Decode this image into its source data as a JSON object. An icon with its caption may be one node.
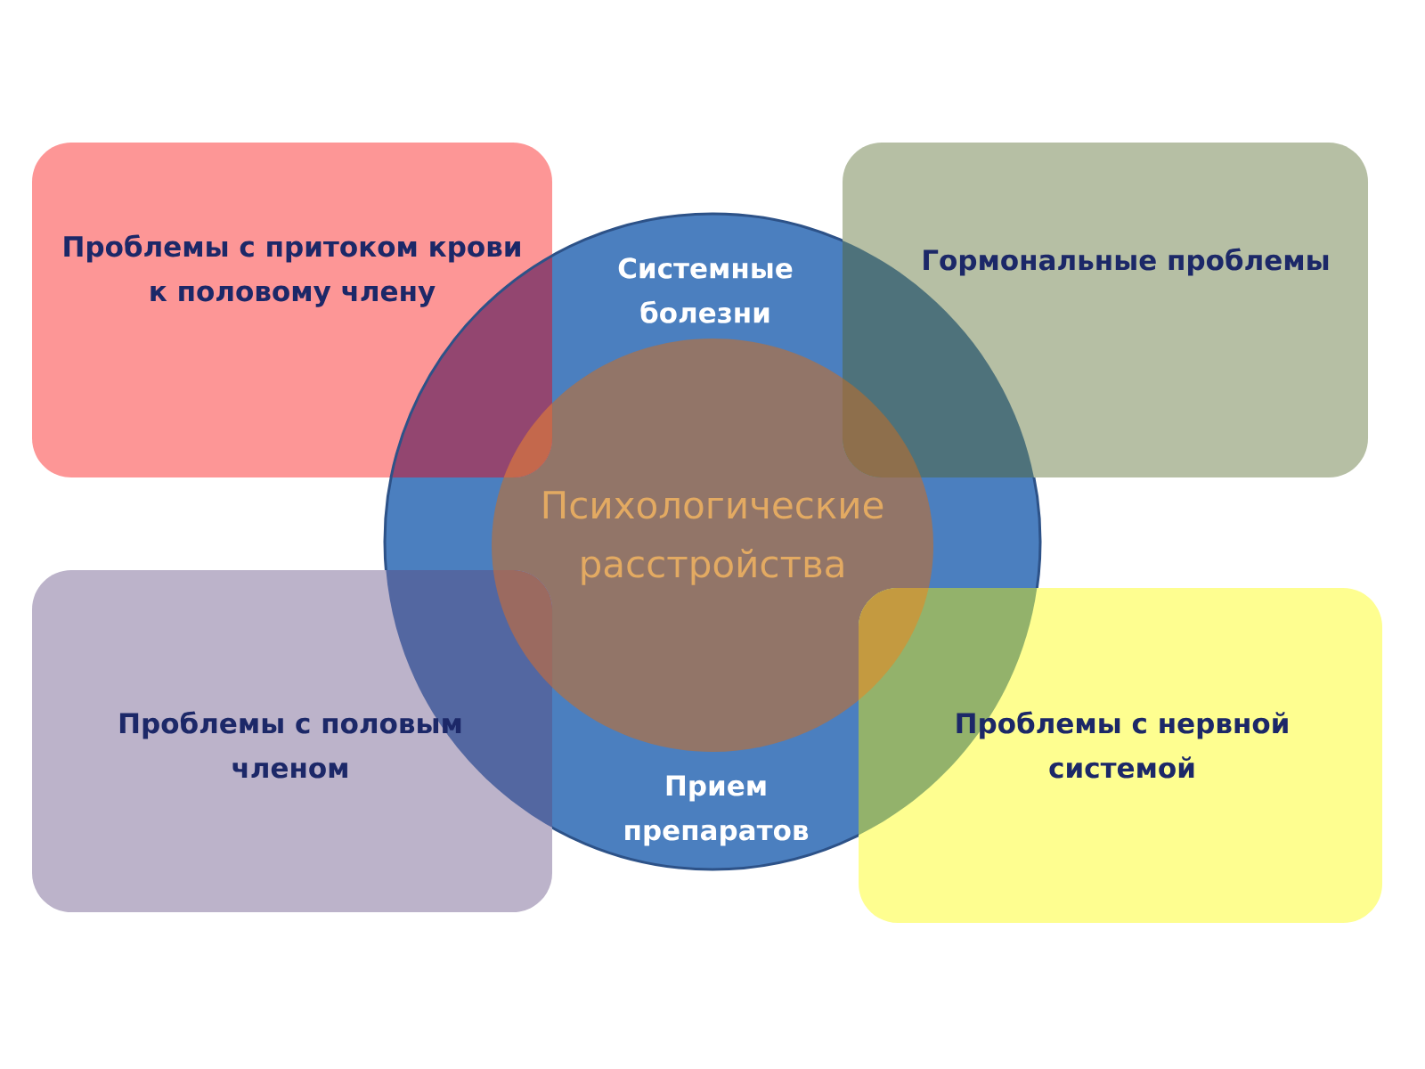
{
  "diagram": {
    "nodes": [
      {
        "text": [
          "Проблемы с притоком крови к половому члену"
        ]
      },
      {
        "text": [
          "Гормональные проблемы"
        ]
      },
      {
        "text": [
          "Системные болезни",
          "Прием препаратов"
        ]
      },
      {
        "text": [
          "Психологические расстройства"
        ],
        "in": 2
      },
      {
        "text": [
          "Проблемы с половым членом"
        ]
      },
      {
        "text": [
          "Проблемы с нервной системой"
        ]
      }
    ]
  }
}
